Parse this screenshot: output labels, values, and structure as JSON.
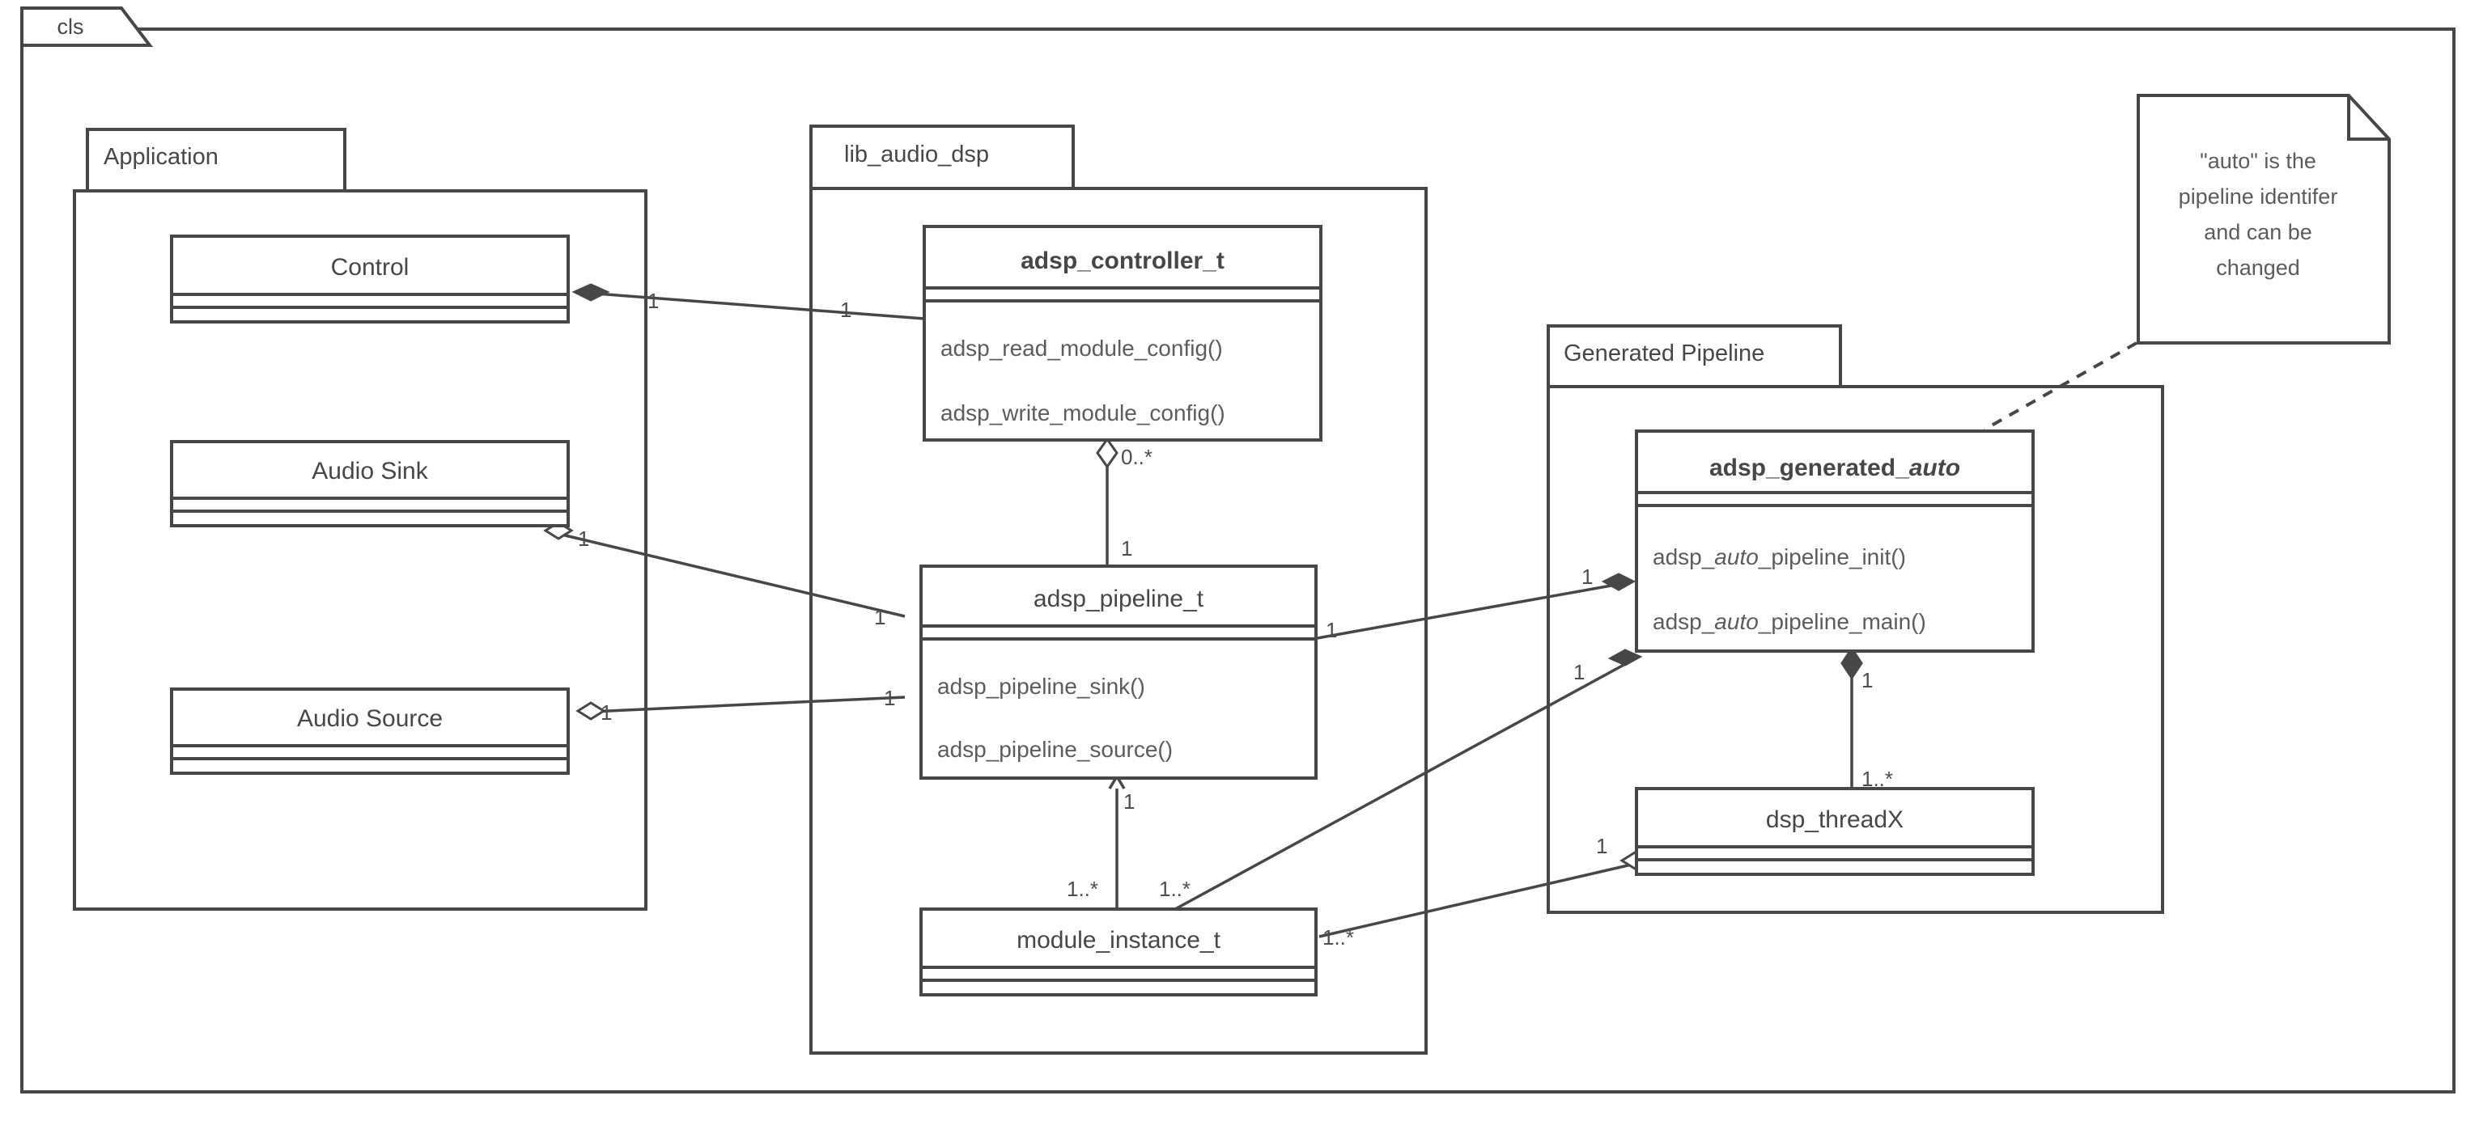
{
  "diagram": {
    "frame_label": "cls",
    "type": "uml-class-diagram"
  },
  "packages": [
    {
      "id": "application",
      "label": "Application"
    },
    {
      "id": "lib_audio_dsp",
      "label": "lib_audio_dsp"
    },
    {
      "id": "generated_pipeline",
      "label": "Generated Pipeline"
    }
  ],
  "classes": [
    {
      "id": "control",
      "name": "Control",
      "package": "application",
      "bold": false,
      "methods": []
    },
    {
      "id": "audio_sink",
      "name": "Audio Sink",
      "package": "application",
      "bold": false,
      "methods": []
    },
    {
      "id": "audio_source",
      "name": "Audio Source",
      "package": "application",
      "bold": false,
      "methods": []
    },
    {
      "id": "adsp_controller_t",
      "name": "adsp_controller_t",
      "package": "lib_audio_dsp",
      "bold": true,
      "methods": [
        "adsp_read_module_config()",
        "adsp_write_module_config()"
      ]
    },
    {
      "id": "adsp_pipeline_t",
      "name": "adsp_pipeline_t",
      "package": "lib_audio_dsp",
      "bold": false,
      "methods": [
        "adsp_pipeline_sink()",
        "adsp_pipeline_source()"
      ]
    },
    {
      "id": "module_instance_t",
      "name": "module_instance_t",
      "package": "lib_audio_dsp",
      "bold": false,
      "methods": []
    },
    {
      "id": "adsp_generated_auto",
      "name_parts": [
        {
          "text": "adsp_generated_",
          "italic": false
        },
        {
          "text": "auto",
          "italic": true
        }
      ],
      "name": "adsp_generated_auto",
      "package": "generated_pipeline",
      "bold": true,
      "method_parts": [
        [
          {
            "text": "adsp_",
            "italic": false
          },
          {
            "text": "auto",
            "italic": true
          },
          {
            "text": "_pipeline_init()",
            "italic": false
          }
        ],
        [
          {
            "text": "adsp_",
            "italic": false
          },
          {
            "text": "auto",
            "italic": true
          },
          {
            "text": "_pipeline_main()",
            "italic": false
          }
        ]
      ],
      "methods": [
        "adsp_auto_pipeline_init()",
        "adsp_auto_pipeline_main()"
      ]
    },
    {
      "id": "dsp_threadX",
      "name": "dsp_threadX",
      "package": "generated_pipeline",
      "bold": false,
      "methods": []
    }
  ],
  "note": {
    "id": "auto-note",
    "lines": [
      "\"auto\" is the",
      "pipeline identifer",
      "and can be",
      "changed"
    ],
    "text": "\"auto\" is the pipeline identifer and can be changed",
    "attached_to": "adsp_generated_auto"
  },
  "relationships": [
    {
      "id": "control-controller",
      "from": "control",
      "to": "adsp_controller_t",
      "kind": "composition",
      "from_mult": "1",
      "to_mult": "1"
    },
    {
      "id": "controller-pipeline",
      "from": "adsp_controller_t",
      "to": "adsp_pipeline_t",
      "kind": "aggregation",
      "from_mult": "0..*",
      "to_mult": "1"
    },
    {
      "id": "sink-pipeline",
      "from": "audio_sink",
      "to": "adsp_pipeline_t",
      "kind": "aggregation",
      "from_mult": "1",
      "to_mult": "1"
    },
    {
      "id": "source-pipeline",
      "from": "audio_source",
      "to": "adsp_pipeline_t",
      "kind": "aggregation",
      "from_mult": "1",
      "to_mult": "1"
    },
    {
      "id": "pipeline-generated",
      "from": "adsp_pipeline_t",
      "to": "adsp_generated_auto",
      "kind": "composition",
      "from_mult": "1",
      "to_mult": "1"
    },
    {
      "id": "pipeline-module",
      "from": "adsp_pipeline_t",
      "to": "module_instance_t",
      "kind": "aggregation",
      "from_mult": "1",
      "to_mult": "1..*"
    },
    {
      "id": "module-generated",
      "from": "module_instance_t",
      "to": "adsp_generated_auto",
      "kind": "composition",
      "from_mult": "1..*",
      "to_mult": "1"
    },
    {
      "id": "generated-threadx",
      "from": "adsp_generated_auto",
      "to": "dsp_threadX",
      "kind": "composition",
      "from_mult": "1",
      "to_mult": "1..*"
    },
    {
      "id": "module-threadx",
      "from": "module_instance_t",
      "to": "dsp_threadX",
      "kind": "aggregation",
      "from_mult": "1..*",
      "to_mult": "1"
    }
  ],
  "colors": {
    "stroke": "#474747",
    "method_text": "#5c5c5c",
    "background": "#ffffff"
  }
}
